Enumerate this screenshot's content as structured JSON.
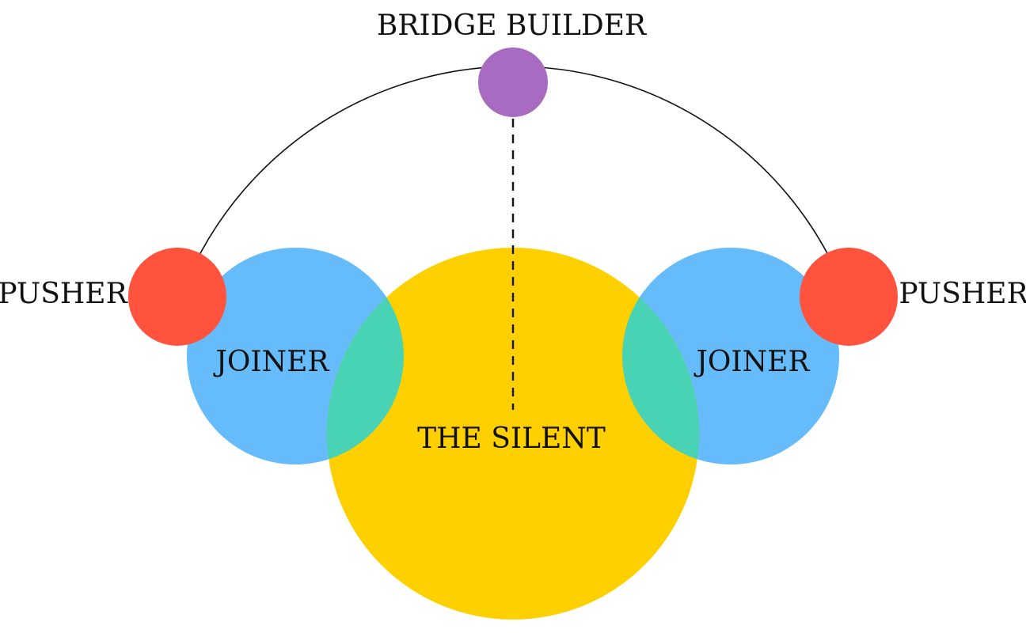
{
  "colors": {
    "silent": "#ffd000",
    "joiner": "#66bbfa",
    "overlap": "#47d3b4",
    "pusher": "#ff533d",
    "bridge_builder": "#a86bc2",
    "line": "#111111",
    "background": "#ffffff"
  },
  "labels": {
    "bridge_builder": "BRIDGE BUILDER",
    "pusher_left": "PUSHER",
    "pusher_right": "PUSHER",
    "joiner_left": "JOINER",
    "joiner_right": "JOINER",
    "silent": "THE SILENT"
  }
}
